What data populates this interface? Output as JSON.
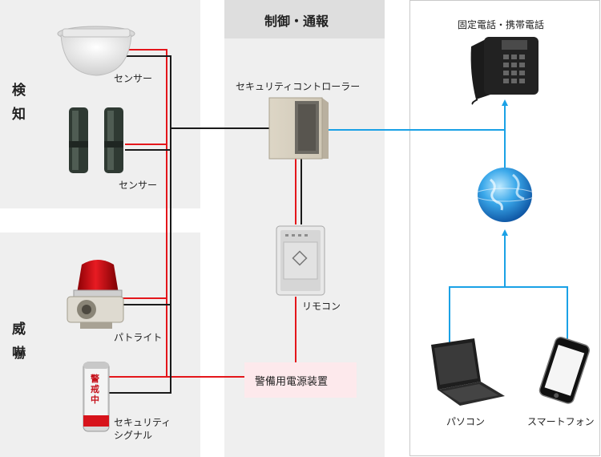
{
  "sections": {
    "detect": "検\n知",
    "deter": "威\n嚇",
    "control": "制御・通報"
  },
  "nodes": {
    "sensor_dome": "センサー",
    "sensor_beam": "センサー",
    "controller": "セキュリティコントローラー",
    "remote": "リモコン",
    "power": "警備用電源装置",
    "patrol_light": "パトライト",
    "security_signal": "セキュリティ\nシグナル",
    "phone": "固定電話・携帯電話",
    "pc": "パソコン",
    "smartphone": "スマートフォン",
    "signal_text": "警\n戒\n中"
  },
  "colors": {
    "panel": "#efefef",
    "power_wire": "#e4161b",
    "signal_wire": "#1a1a1a",
    "network": "#1aa1e6",
    "power_box": "#fde9ec"
  }
}
